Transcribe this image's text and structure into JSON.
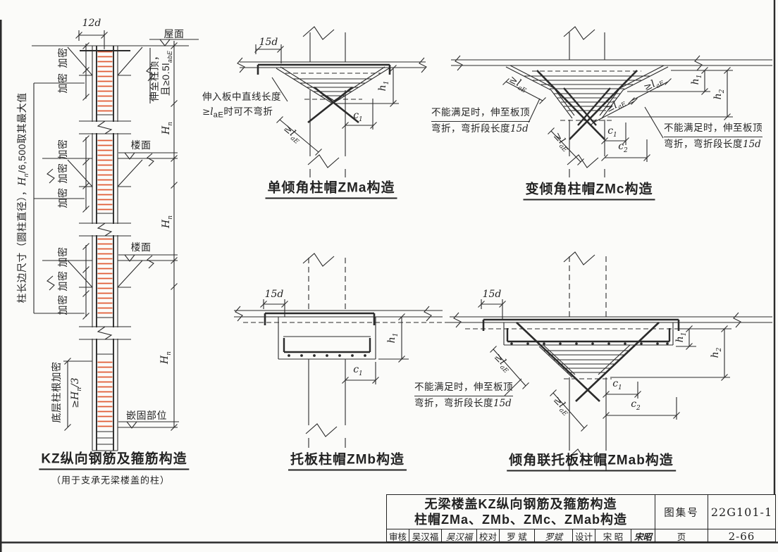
{
  "colors": {
    "line": "#2b2b2b",
    "stirrup": "#e05c35",
    "paper": "#fbfbf9"
  },
  "left_elevation": {
    "title": "KZ纵向钢筋及箍筋构造",
    "subtitle": "（用于支承无梁楼盖的柱）",
    "roof_label": "屋面",
    "floor_label": "楼面",
    "embed_label": "嵌固部位",
    "densify_label": "加密",
    "bottom_densify_label": "底层柱根加密",
    "dim_12d": "12d",
    "top_note_line1": "伸至柱顶，",
    "top_note_line2": {
      "main": "且≥0.5l",
      "sub": "abE"
    },
    "dim_hn": {
      "main": "H",
      "sub": "n"
    },
    "dim_hn3": {
      "main": "≥H",
      "sub": "n",
      "tail": "/3"
    },
    "side_note": {
      "head": "柱长边尺寸（圆柱直径），",
      "main": "H",
      "sub": "n",
      "tail": "/6,500取其最大值"
    }
  },
  "zma": {
    "title": "单倾角柱帽ZMa构造",
    "note_line1": "伸入板中直线长度",
    "note_line2": {
      "main": "≥l",
      "sub": "aE",
      "tail": "时可不弯折"
    }
  },
  "zmc": {
    "title": "变倾角柱帽ZMc构造"
  },
  "zmb": {
    "title": "托板柱帽ZMb构造"
  },
  "zmab": {
    "title": "倾角联托板柱帽ZMab构造"
  },
  "shared": {
    "dim_15d": "15d",
    "lae": {
      "main": "≥l",
      "sub": "aE"
    },
    "h1": {
      "main": "h",
      "sub": "1"
    },
    "h2": {
      "main": "h",
      "sub": "2"
    },
    "c1": {
      "main": "c",
      "sub": "1"
    },
    "c2": {
      "main": "c",
      "sub": "2"
    },
    "bend_note": {
      "line1": "不能满足时，伸至板顶",
      "line2_head": "弯折，弯折段长度",
      "line2_tail": "15d"
    }
  },
  "title_block": {
    "line1": "无梁楼盖KZ纵向钢筋及箍筋构造",
    "line2": "柱帽ZMa、ZMb、ZMc、ZMab构造",
    "atlas_label": "图集号",
    "atlas_no": "22G101-1",
    "page_label": "页",
    "page_no": "2-66",
    "review_label": "审核",
    "review_name": "吴汉福",
    "review_sig": "吴汉福",
    "check_label": "校对",
    "check_name": "罗 斌",
    "check_sig": "罗斌",
    "design_label": "设计",
    "design_name": "宋 昭",
    "design_sig": "宋昭"
  }
}
